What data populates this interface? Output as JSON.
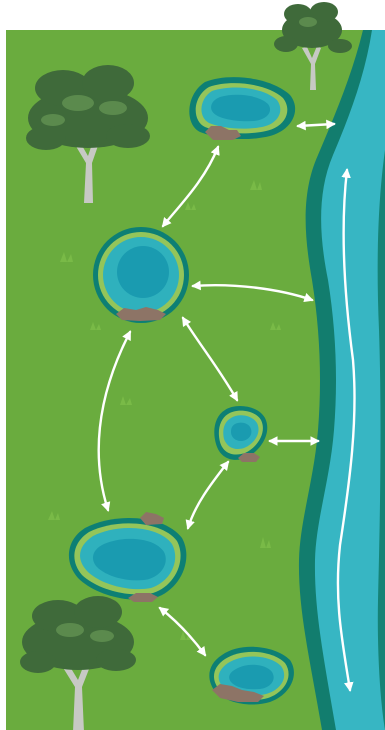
{
  "diagram": {
    "elements": {
      "ponds": [
        "pond",
        "pond",
        "pond",
        "pond",
        "pond"
      ],
      "trees": [
        "tree",
        "tree",
        "tree"
      ],
      "river": "river"
    },
    "links": [
      {
        "from": "pond-top",
        "to": "pond-large-left"
      },
      {
        "from": "pond-top",
        "to": "river"
      },
      {
        "from": "pond-large-left",
        "to": "river"
      },
      {
        "from": "pond-large-left",
        "to": "pond-small-middle"
      },
      {
        "from": "pond-large-left",
        "to": "pond-lower-left"
      },
      {
        "from": "pond-small-middle",
        "to": "river"
      },
      {
        "from": "pond-small-middle",
        "to": "pond-lower-left"
      },
      {
        "from": "pond-lower-left",
        "to": "pond-bottom"
      },
      {
        "from": "river",
        "to": "river",
        "note": "along-stream"
      }
    ],
    "colors": {
      "grass": "#6aac3e",
      "grass_tuft": "#80c04c",
      "pond_rim": "#0d7f74",
      "pond_shallow": "#2fb1bd",
      "pond_deep": "#1a9bb0",
      "pond_bank": "#94c55a",
      "river_bank": "#127d6e",
      "river_water": "#37b6c3",
      "rocks": "#8d7466",
      "arrows": "#ffffff",
      "tree_leaves": "#3f6a3a",
      "tree_leaves_light": "#5b8a4d",
      "tree_trunk": "#c7c9c4"
    }
  }
}
